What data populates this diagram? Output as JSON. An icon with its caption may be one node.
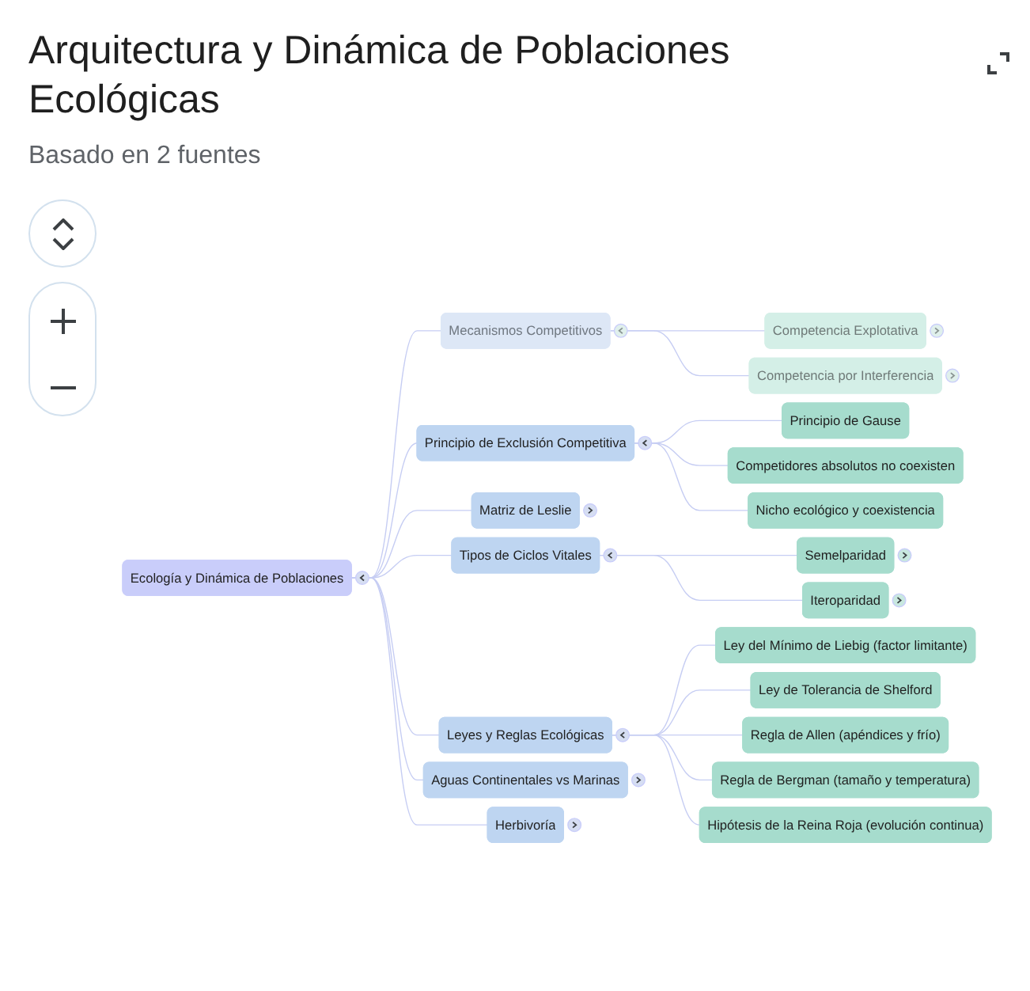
{
  "diagram": {
    "title": "Arquitectura y Dinámica de Poblaciones Ecológicas",
    "nodes": [
      {
        "text": [
          "Ecología y Dinámica de Poblaciones"
        ]
      },
      {
        "text": [
          "Mecanismos Competitivos"
        ]
      },
      {
        "text": [
          "Competencia Explotativa"
        ]
      },
      {
        "text": [
          "Competencia por Interferencia"
        ]
      },
      {
        "text": [
          "Principio de Exclusión Competitiva"
        ]
      },
      {
        "text": [
          "Principio de Gause"
        ]
      },
      {
        "text": [
          "Competidores absolutos no coexisten"
        ]
      },
      {
        "text": [
          "Nicho ecológico y coexistencia"
        ]
      },
      {
        "text": [
          "Matriz de Leslie"
        ]
      },
      {
        "text": [
          "Tipos de Ciclos Vitales"
        ]
      },
      {
        "text": [
          "Semelparidad"
        ]
      },
      {
        "text": [
          "Iteroparidad"
        ]
      },
      {
        "text": [
          "Leyes y Reglas Ecológicas"
        ]
      },
      {
        "text": [
          "Ley del Mínimo de Liebig (factor limitante)"
        ]
      },
      {
        "text": [
          "Ley de Tolerancia de Shelford"
        ]
      },
      {
        "text": [
          "Regla de Allen (apéndices y frío)"
        ]
      },
      {
        "text": [
          "Regla de Bergman (tamaño y temperatura)"
        ]
      },
      {
        "text": [
          "Hipótesis de la Reina Roja (evolución continua)"
        ]
      },
      {
        "text": [
          "Aguas Continentales vs Marinas"
        ]
      },
      {
        "text": [
          "Herbivoría"
        ]
      }
    ],
    "edges": [
      {
        "from": 0,
        "to": 1,
        "arrow": "none"
      },
      {
        "from": 1,
        "to": 2,
        "arrow": "none"
      },
      {
        "from": 1,
        "to": 3,
        "arrow": "none"
      },
      {
        "from": 0,
        "to": 4,
        "arrow": "none"
      },
      {
        "from": 4,
        "to": 5,
        "arrow": "none"
      },
      {
        "from": 4,
        "to": 6,
        "arrow": "none"
      },
      {
        "from": 4,
        "to": 7,
        "arrow": "none"
      },
      {
        "from": 0,
        "to": 8,
        "arrow": "none"
      },
      {
        "from": 0,
        "to": 9,
        "arrow": "none"
      },
      {
        "from": 9,
        "to": 10,
        "arrow": "none"
      },
      {
        "from": 9,
        "to": 11,
        "arrow": "none"
      },
      {
        "from": 0,
        "to": 12,
        "arrow": "none"
      },
      {
        "from": 12,
        "to": 13,
        "arrow": "none"
      },
      {
        "from": 12,
        "to": 14,
        "arrow": "none"
      },
      {
        "from": 12,
        "to": 15,
        "arrow": "none"
      },
      {
        "from": 12,
        "to": 16,
        "arrow": "none"
      },
      {
        "from": 12,
        "to": 17,
        "arrow": "none"
      },
      {
        "from": 0,
        "to": 18,
        "arrow": "none"
      },
      {
        "from": 0,
        "to": 19,
        "arrow": "none"
      }
    ],
    "labels": [
      "Basado en 2 fuentes"
    ]
  }
}
